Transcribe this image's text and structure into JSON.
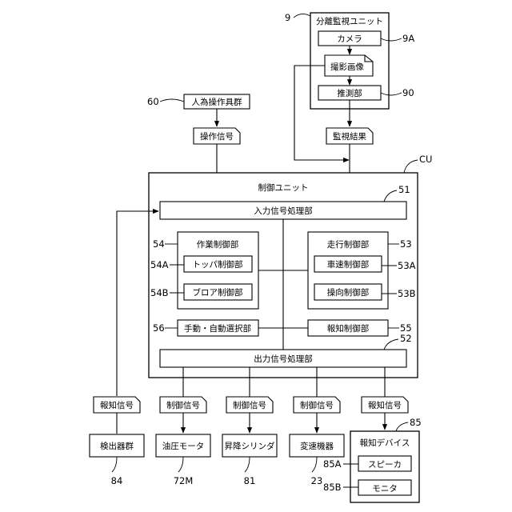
{
  "refs": {
    "separate_unit": "9",
    "camera": "9A",
    "estimation": "90",
    "manual_tools": "60",
    "cu": "CU",
    "input_proc": "51",
    "work_ctrl": "54",
    "travel_ctrl": "53",
    "hopper_ctrl": "54A",
    "blower_ctrl": "54B",
    "speed_ctrl": "53A",
    "steering_ctrl": "53B",
    "mode_select": "56",
    "notify_ctrl": "55",
    "output_proc": "52",
    "notify_device": "85",
    "speaker": "85A",
    "monitor": "85B",
    "detectors": "84",
    "hyd_motor": "72M",
    "lift_cyl": "81",
    "transmission": "23"
  },
  "labels": {
    "separate_unit": "分離監視ユニット",
    "camera": "カメラ",
    "captured_image": "撮影画像",
    "estimation": "推測部",
    "monitor_result": "監視結果",
    "manual_tools": "人為操作具群",
    "operation_signal": "操作信号",
    "control_unit": "制御ユニット",
    "input_proc": "入力信号処理部",
    "work_ctrl": "作業制御部",
    "hopper_ctrl": "トッパ制御部",
    "blower_ctrl": "ブロア制御部",
    "travel_ctrl": "走行制御部",
    "speed_ctrl": "車速制御部",
    "steering_ctrl": "操向制御部",
    "mode_select": "手動・自動選択部",
    "notify_ctrl": "報知制御部",
    "output_proc": "出力信号処理部",
    "notify_signal": "報知信号",
    "control_signal": "制御信号",
    "detectors": "検出器群",
    "hyd_motor": "油圧モータ",
    "lift_cyl": "昇降シリンダ",
    "transmission": "変速機器",
    "notify_device": "報知デバイス",
    "speaker": "スピーカ",
    "monitor": "モニタ"
  }
}
